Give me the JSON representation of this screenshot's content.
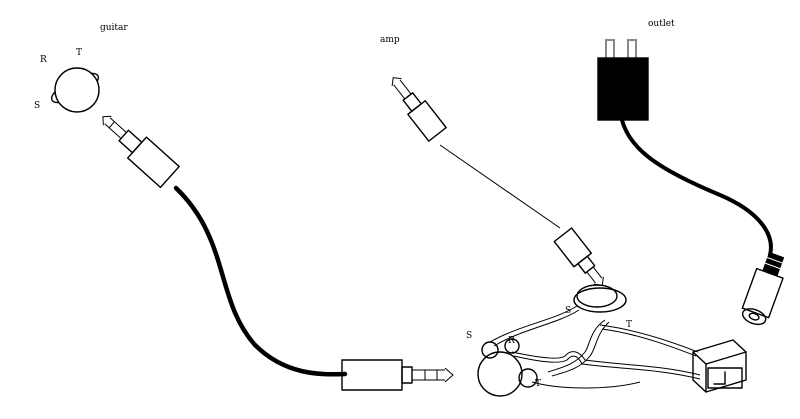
{
  "labels": {
    "guitar": "guitar",
    "amp": "amp",
    "outlet": "outlet",
    "guitar_jack": {
      "r": "R",
      "t": "T",
      "s": "S"
    },
    "amp_jack_top": {
      "s": "S",
      "t": "T"
    },
    "amp_jack_bottom": {
      "s": "S",
      "r": "R",
      "t": "T"
    }
  }
}
